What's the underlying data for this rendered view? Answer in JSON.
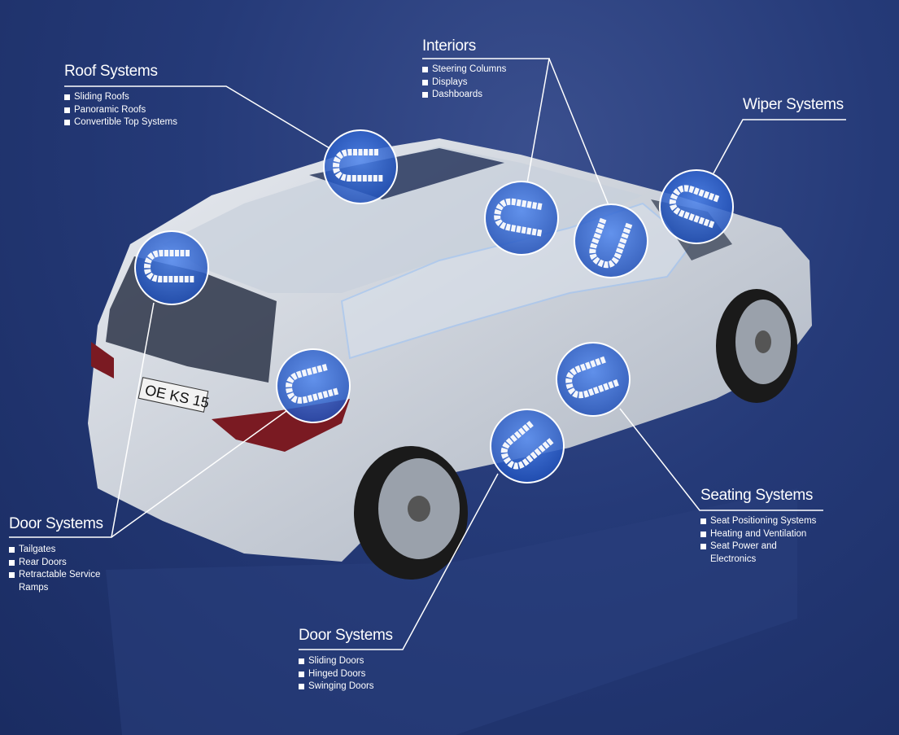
{
  "colors": {
    "background": "#253a78",
    "callout_circle": "#2f5fd0",
    "text": "#ffffff"
  },
  "callouts": {
    "roof": {
      "title": "Roof Systems",
      "items": [
        "Sliding Roofs",
        "Panoramic Roofs",
        "Convertible Top Systems"
      ]
    },
    "interiors": {
      "title": "Interiors",
      "items": [
        "Steering Columns",
        "Displays",
        "Dashboards"
      ]
    },
    "wiper": {
      "title": "Wiper Systems",
      "items": []
    },
    "door_rear": {
      "title": "Door Systems",
      "items": [
        "Tailgates",
        "Rear Doors",
        "Retractable Service",
        "Ramps"
      ]
    },
    "seating": {
      "title": "Seating Systems",
      "items": [
        "Seat Positioning Systems",
        "Heating and Ventilation",
        "Seat Power and",
        "Electronics"
      ]
    },
    "door_side": {
      "title": "Door Systems",
      "items": [
        "Sliding Doors",
        "Hinged Doors",
        "Swinging Doors"
      ]
    }
  },
  "license_plate": "OE KS 15"
}
